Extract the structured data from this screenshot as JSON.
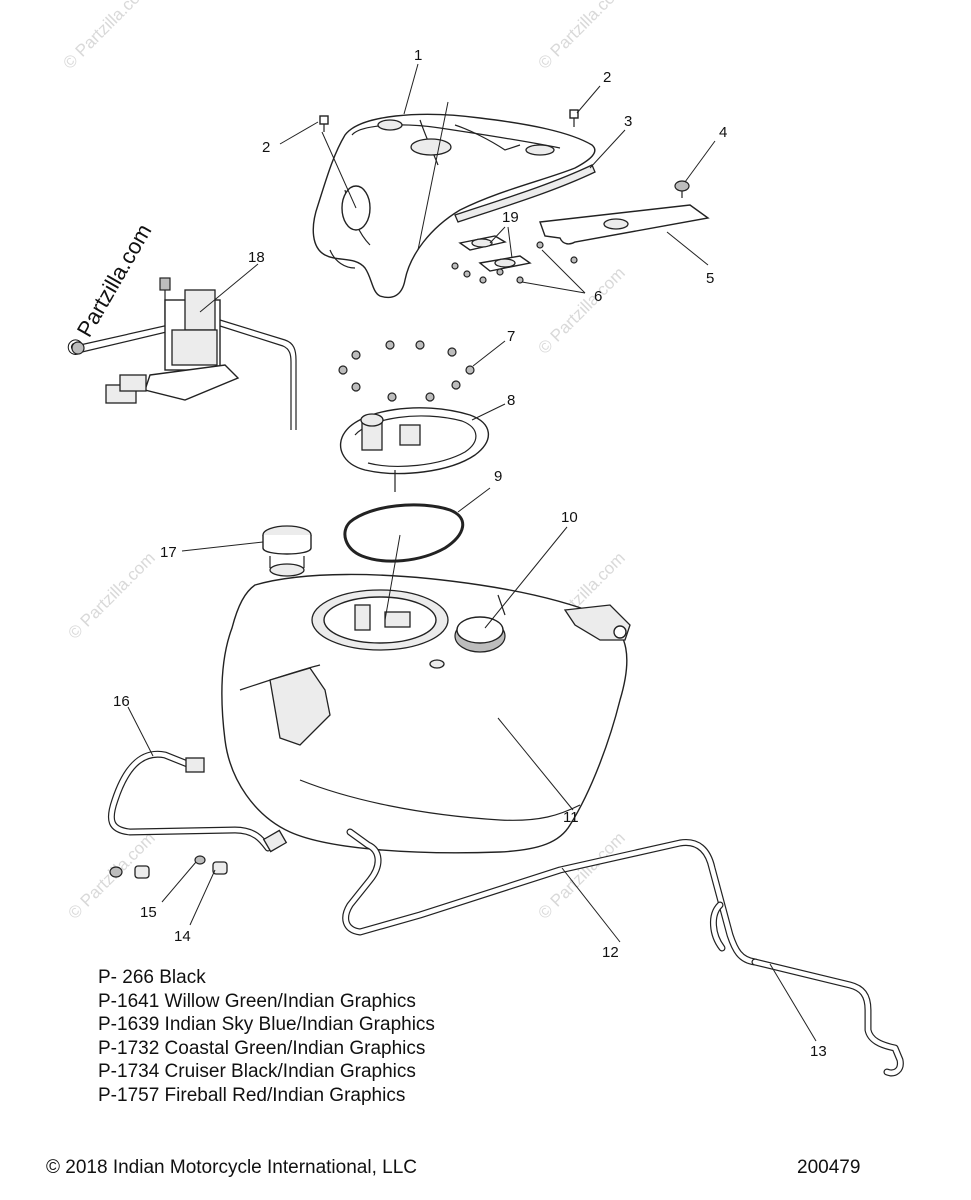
{
  "watermark": {
    "small": "© Partzilla.com",
    "large": "© Partzilla.com"
  },
  "callouts": {
    "c1": "1",
    "c2a": "2",
    "c2b": "2",
    "c3": "3",
    "c4": "4",
    "c5": "5",
    "c6": "6",
    "c7": "7",
    "c8": "8",
    "c9": "9",
    "c10": "10",
    "c11": "11",
    "c12": "12",
    "c13": "13",
    "c14": "14",
    "c15": "15",
    "c16": "16",
    "c17": "17",
    "c18": "18",
    "c19": "19"
  },
  "paint_codes": [
    "P- 266 Black",
    "P-1641 Willow Green/Indian Graphics",
    "P-1639 Indian Sky Blue/Indian Graphics",
    "P-1732 Coastal Green/Indian Graphics",
    "P-1734 Cruiser Black/Indian Graphics",
    "P-1757 Fireball Red/Indian Graphics"
  ],
  "footer": {
    "copyright": "© 2018 Indian Motorcycle International, LLC",
    "diagram_id": "200479"
  }
}
